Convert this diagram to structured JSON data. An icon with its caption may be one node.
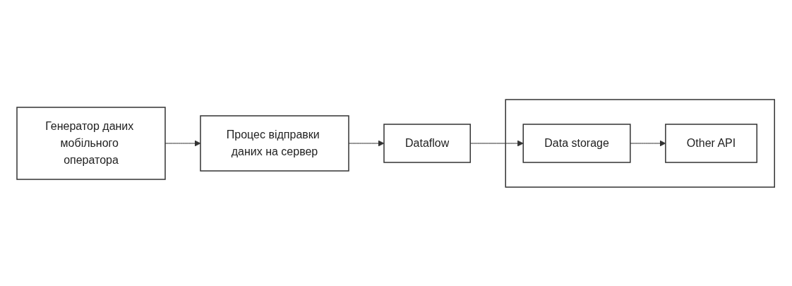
{
  "diagram": {
    "nodes": [
      {
        "text": [
          "Генератор даних мобільного оператора"
        ]
      },
      {
        "text": [
          "Процес відправки даних на сервер"
        ]
      },
      {
        "text": [
          "Dataflow"
        ]
      },
      {
        "text": [],
        "shape": "cloud"
      },
      {
        "text": [
          "Data storage"
        ],
        "in": 3
      },
      {
        "text": [
          "Other API"
        ],
        "in": 3
      }
    ],
    "edges": [
      {
        "from": 0,
        "to": 1,
        "arrow": "to"
      },
      {
        "from": 1,
        "to": 2,
        "arrow": "to"
      },
      {
        "from": 2,
        "to": 4,
        "arrow": "to"
      },
      {
        "from": 4,
        "to": 5,
        "arrow": "to"
      }
    ]
  }
}
